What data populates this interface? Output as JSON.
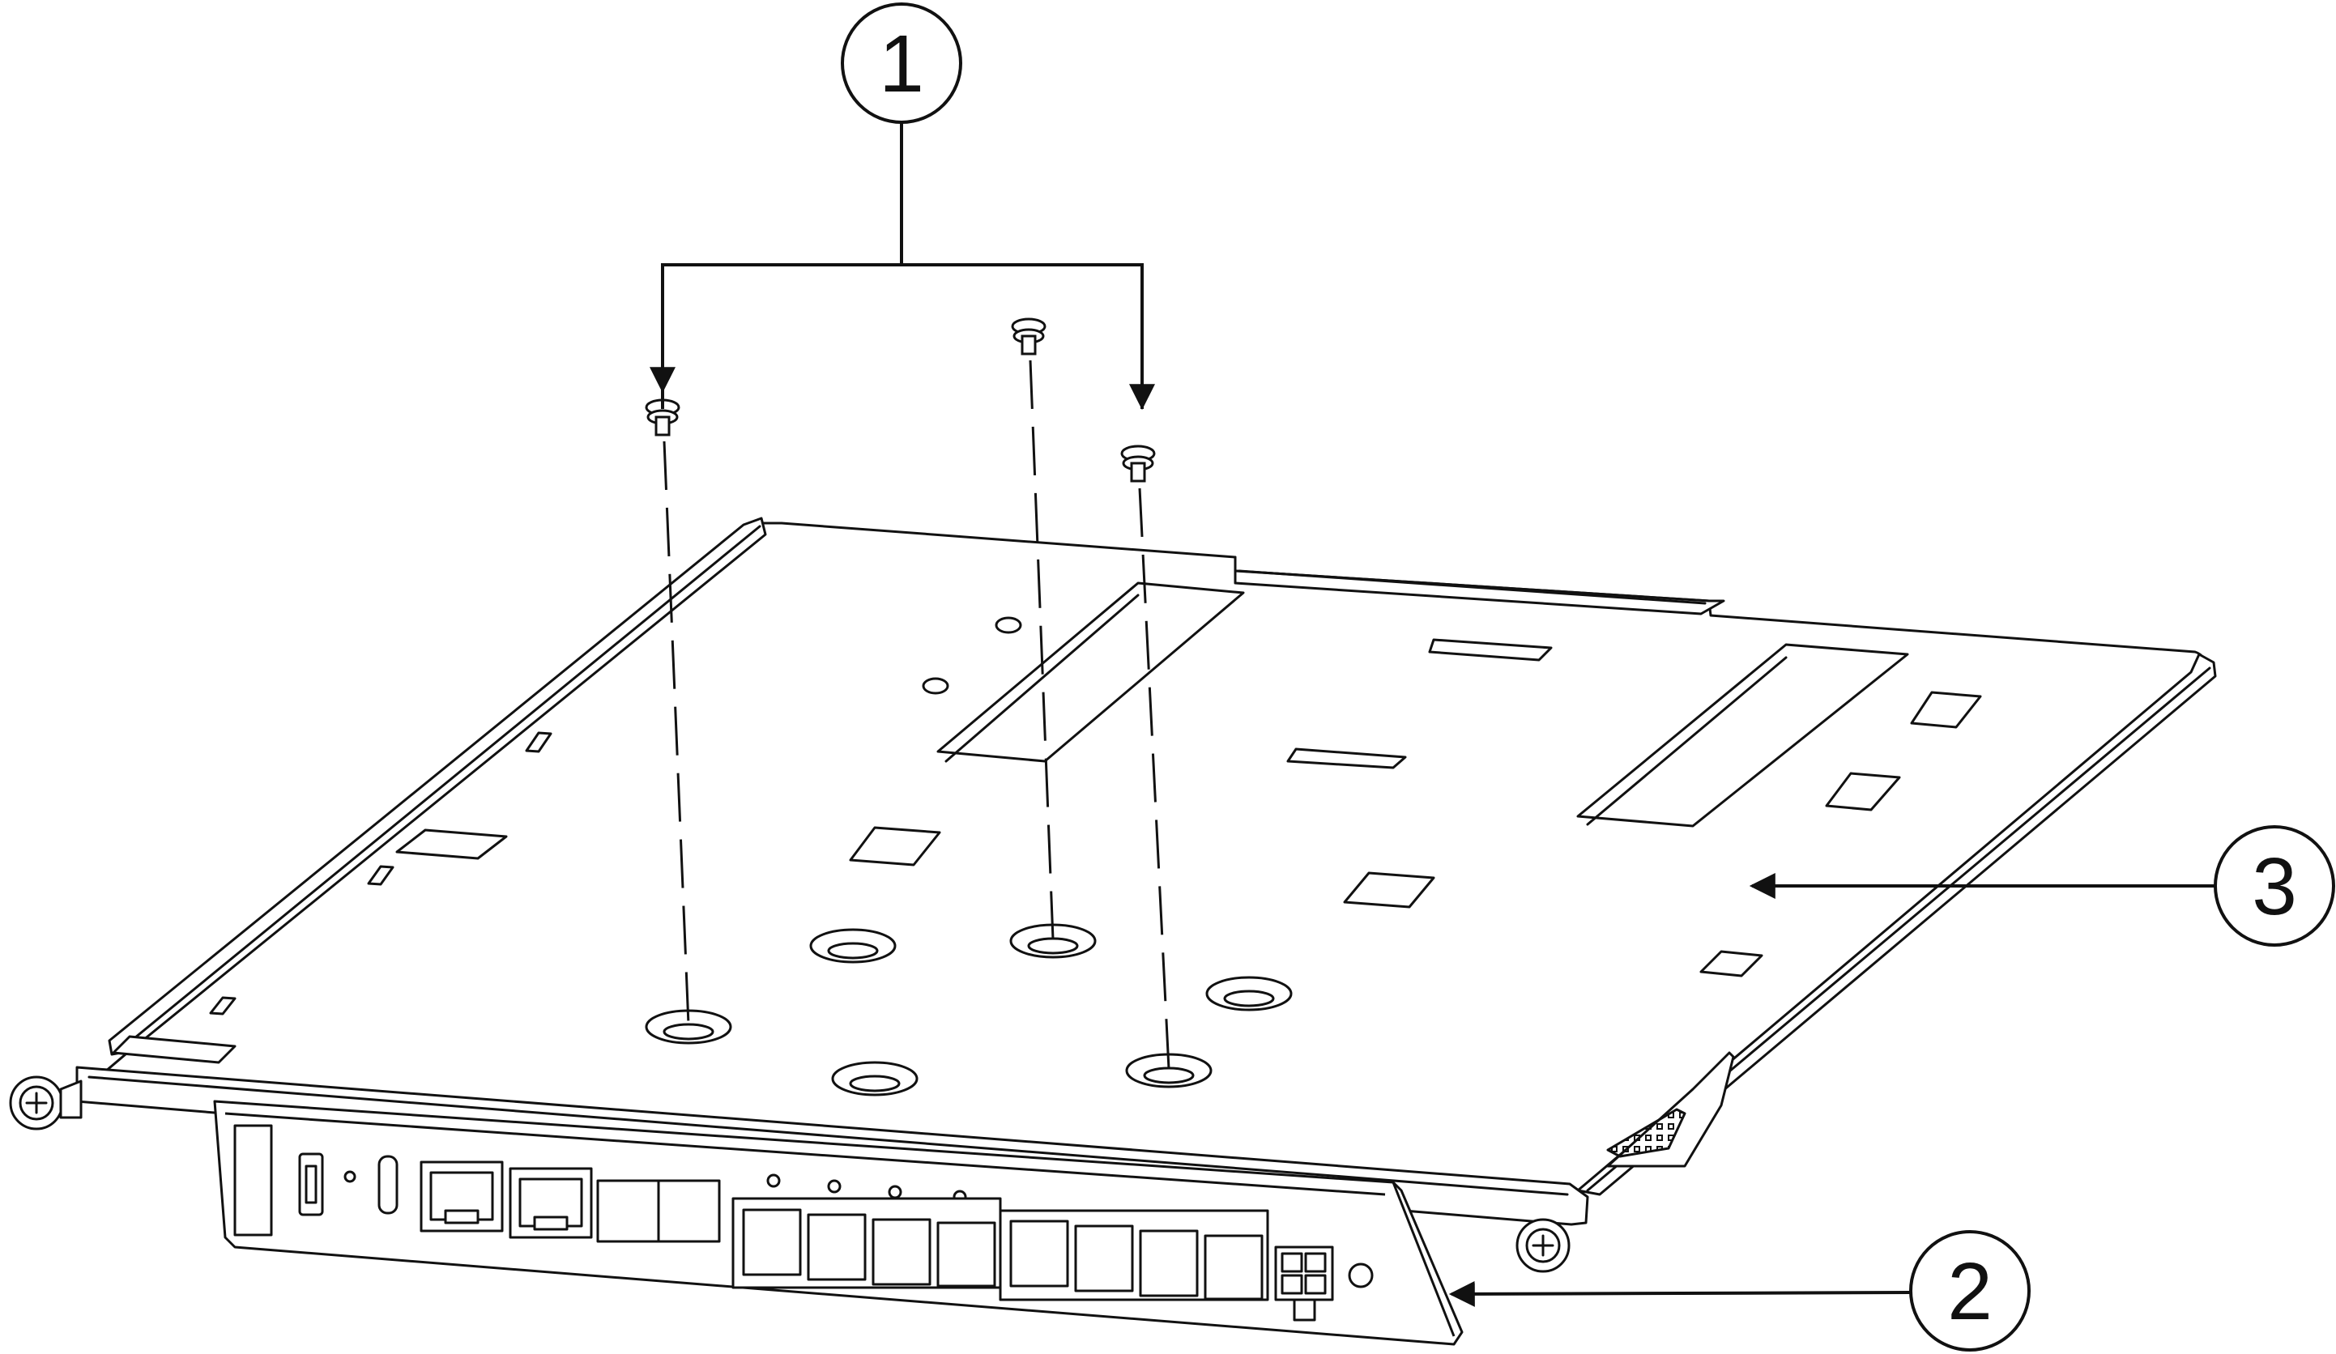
{
  "figure": {
    "colors": {
      "line": "#111111",
      "background": "#ffffff"
    },
    "callouts": [
      {
        "id": "screws",
        "label": "1",
        "target": "screws"
      },
      {
        "id": "module",
        "label": "2",
        "target": "module-front-panel"
      },
      {
        "id": "tray",
        "label": "3",
        "target": "carrier-tray"
      }
    ]
  }
}
